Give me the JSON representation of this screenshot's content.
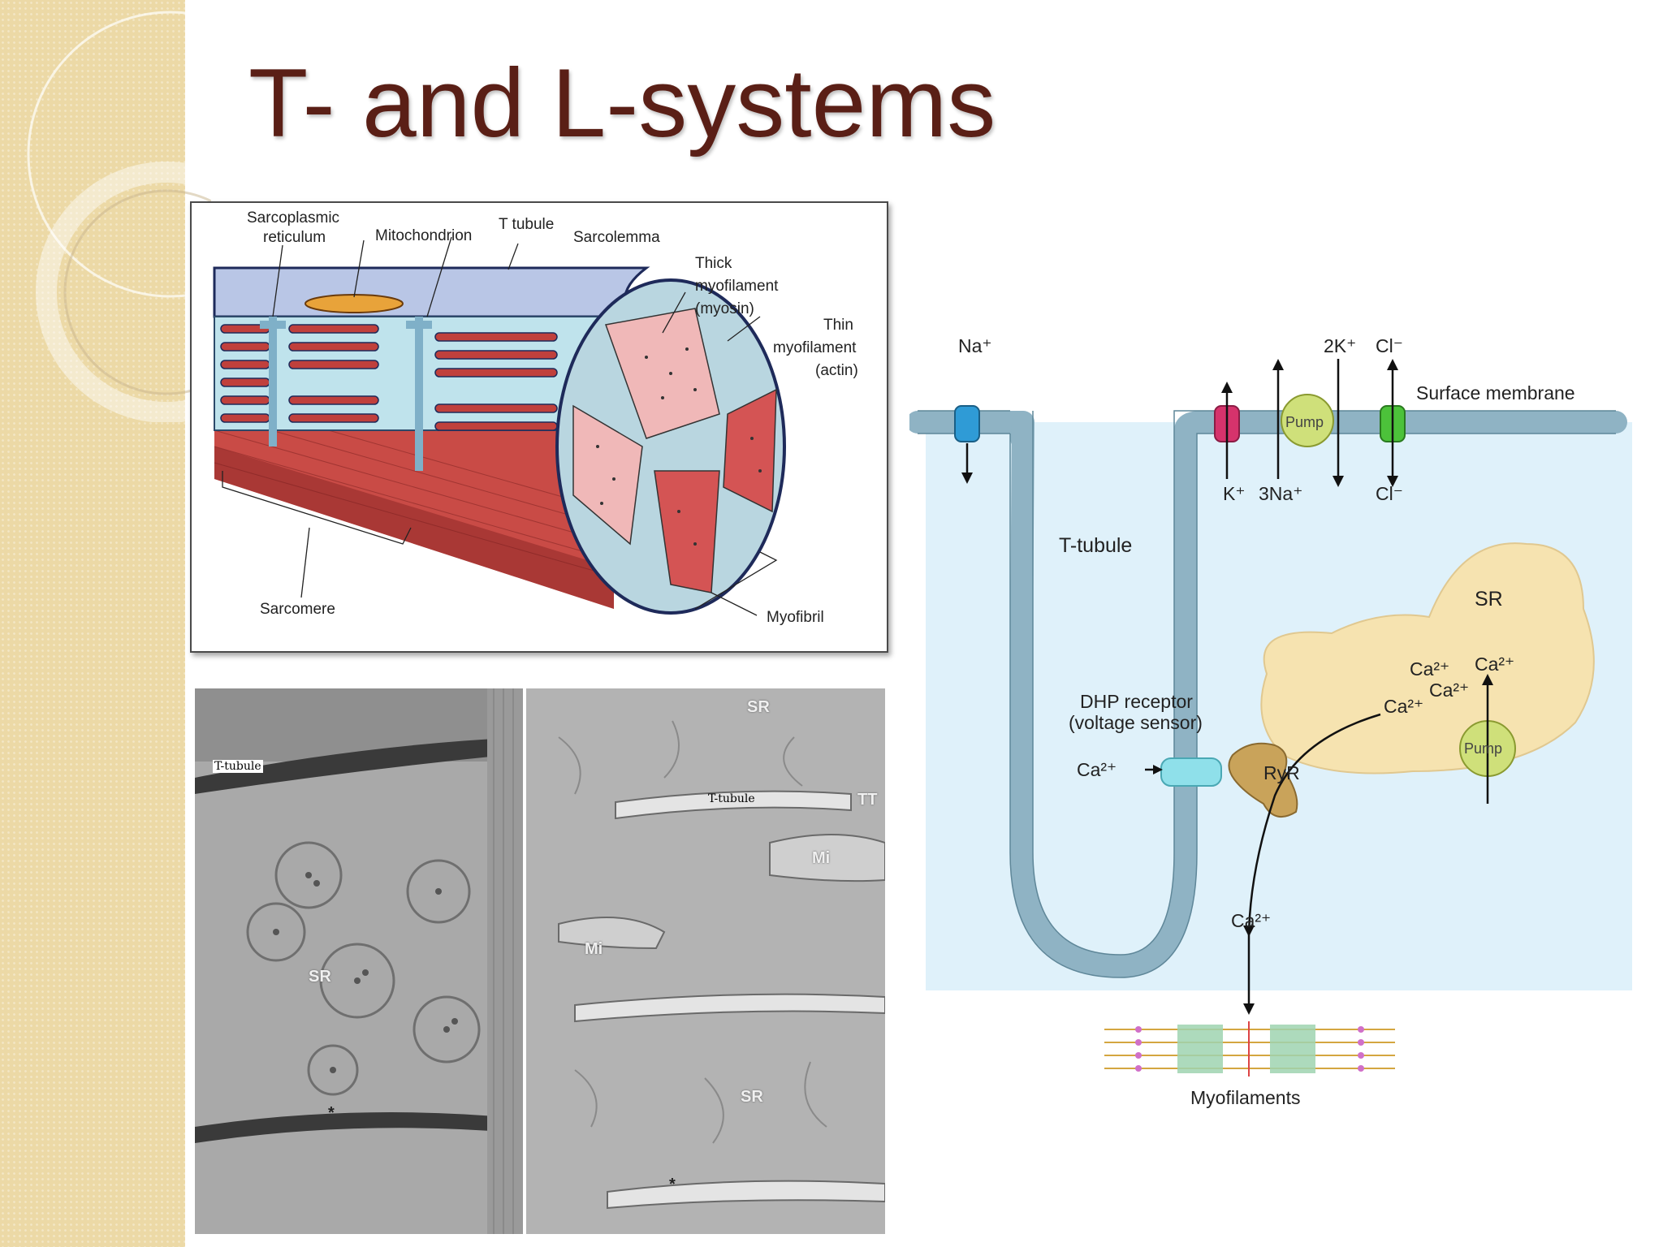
{
  "slide": {
    "title": "T- and L-systems"
  },
  "fiber_diagram": {
    "labels": {
      "sarcoplasmic_reticulum_1": "Sarcoplasmic",
      "sarcoplasmic_reticulum_2": "reticulum",
      "mitochondrion": "Mitochondrion",
      "t_tubule": "T tubule",
      "sarcolemma": "Sarcolemma",
      "thick_1": "Thick",
      "thick_2": "myofilament",
      "thick_3": "(myosin)",
      "thin_1": "Thin",
      "thin_2": "myofilament",
      "thin_3": "(actin)",
      "sarcomere": "Sarcomere",
      "myofibril": "Myofibril"
    }
  },
  "micrographs": {
    "left": {
      "t_tubule_label": "T-tubule",
      "sr_label": "SR",
      "asterisk": "*"
    },
    "right": {
      "sr_top": "SR",
      "t_tubule_label": "T-tubule",
      "tt_label": "TT",
      "mi_1": "Mi",
      "mi_2": "Mi",
      "sr_bottom": "SR",
      "asterisk": "*"
    }
  },
  "ecc_diagram": {
    "labels": {
      "na": "Na⁺",
      "two_k": "2K⁺",
      "cl_top": "Cl⁻",
      "surface_membrane": "Surface membrane",
      "pump_top": "Pump",
      "k": "K⁺",
      "three_na": "3Na⁺",
      "cl_bottom": "Cl⁻",
      "t_tubule": "T-tubule",
      "sr": "SR",
      "ca_1": "Ca²⁺",
      "ca_2": "Ca²⁺",
      "ca_3": "Ca²⁺",
      "ca_4": "Ca²⁺",
      "pump_sr": "Pump",
      "dhp_1": "DHP receptor",
      "dhp_2": "(voltage sensor)",
      "ca_in": "Ca²⁺",
      "ryr": "RyR",
      "ca_release": "Ca²⁺",
      "myofilaments": "Myofilaments"
    },
    "colors": {
      "na_channel": "#2f9bd6",
      "k_channel": "#d6336c",
      "cl_channel": "#4cc23a",
      "pump": "#cfe07a",
      "sr_fill": "#f6e3b0",
      "ryr": "#c9a35a",
      "dhp": "#8fe0ea",
      "cytosol": "#dff1fa"
    }
  }
}
